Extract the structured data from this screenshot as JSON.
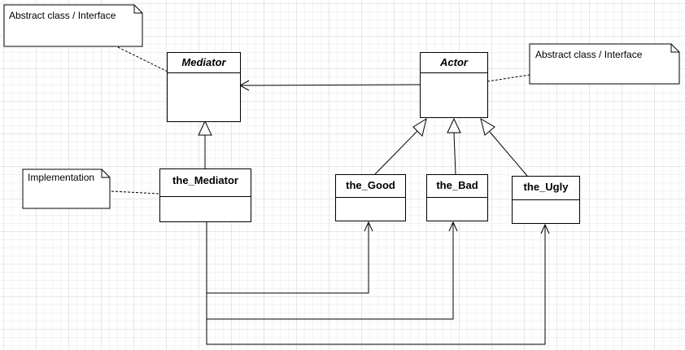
{
  "notes": {
    "mediator_note": "Abstract class / Interface",
    "actor_note": "Abstract class / Interface",
    "impl_note": "Implementation"
  },
  "classes": {
    "mediator": "Mediator",
    "actor": "Actor",
    "the_mediator": "the_Mediator",
    "the_good": "the_Good",
    "the_bad": "the_Bad",
    "the_ugly": "the_Ugly"
  }
}
